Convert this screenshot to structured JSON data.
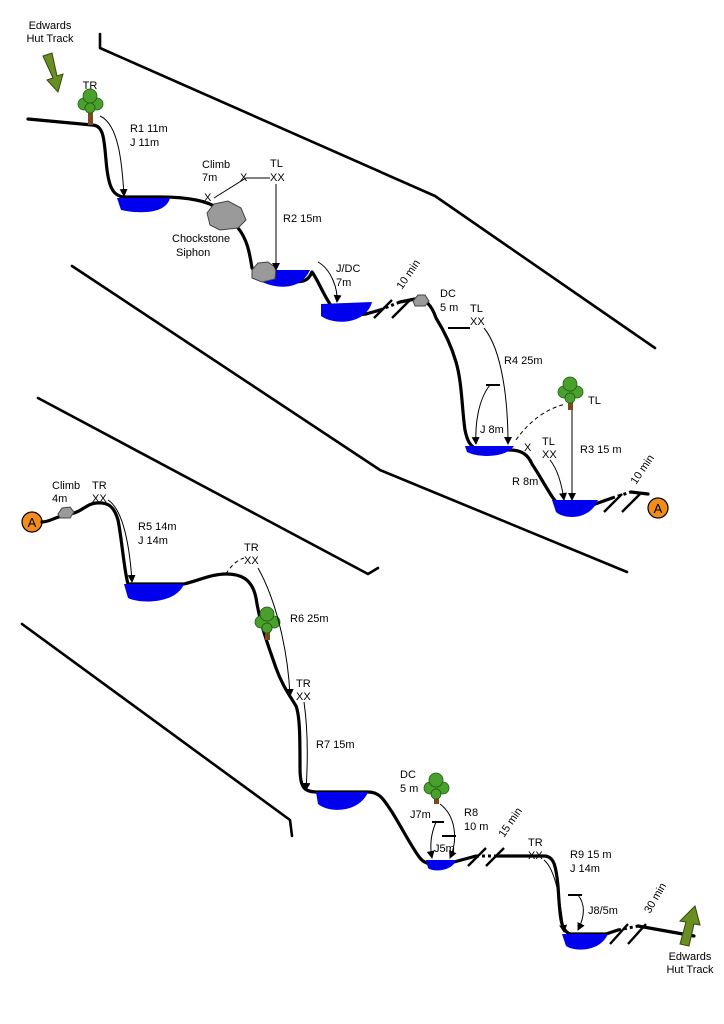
{
  "start": {
    "line1": "Edwards",
    "line2": "Hut Track"
  },
  "finish": {
    "line1": "Edwards",
    "line2": "Hut Track"
  },
  "marker": "A",
  "section1": {
    "tr": "TR",
    "r1": {
      "line1": "R1 11m",
      "line2": "J 11m"
    },
    "climb": {
      "line1": "Climb",
      "line2": "7m"
    },
    "x1": "X",
    "x2": "X",
    "tl": {
      "line1": "TL",
      "line2": "XX"
    },
    "r2": "R2 15m",
    "chockstone": {
      "line1": "Chockstone",
      "line2": "Siphon"
    },
    "jdc": {
      "line1": "J/DC",
      "line2": "7m"
    },
    "walk": "10 min",
    "dc": {
      "line1": "DC",
      "line2": "5 m"
    },
    "tl2": {
      "line1": "TL",
      "line2": "XX"
    },
    "r4": "R4 25m",
    "j8": "J 8m",
    "tl3": {
      "x": "X",
      "line1": "TL",
      "line2": "XX"
    },
    "tl_tree": "TL",
    "r3": "R3 15 m",
    "r8": "R 8m",
    "walk2": "10 min"
  },
  "section2": {
    "climb": {
      "line1": "Climb",
      "line2": "4m"
    },
    "tr": {
      "line1": "TR",
      "line2": "XX"
    },
    "r5": {
      "line1": "R5 14m",
      "line2": "J 14m"
    },
    "tr2": {
      "line1": "TR",
      "line2": "XX"
    },
    "r6": "R6 25m",
    "tr3": {
      "line1": "TR",
      "line2": "XX"
    },
    "r7": "R7 15m",
    "dc": {
      "line1": "DC",
      "line2": "5 m"
    },
    "j7": "J7m",
    "r8": {
      "line1": "R8",
      "line2": "10 m"
    },
    "j5": "J5m",
    "walk": "15 min",
    "tr4": {
      "line1": "TR",
      "line2": "XX"
    },
    "r9": {
      "line1": "R9 15 m",
      "line2": "J 14m"
    },
    "j85": "J8/5m",
    "walk2": "30 min"
  }
}
